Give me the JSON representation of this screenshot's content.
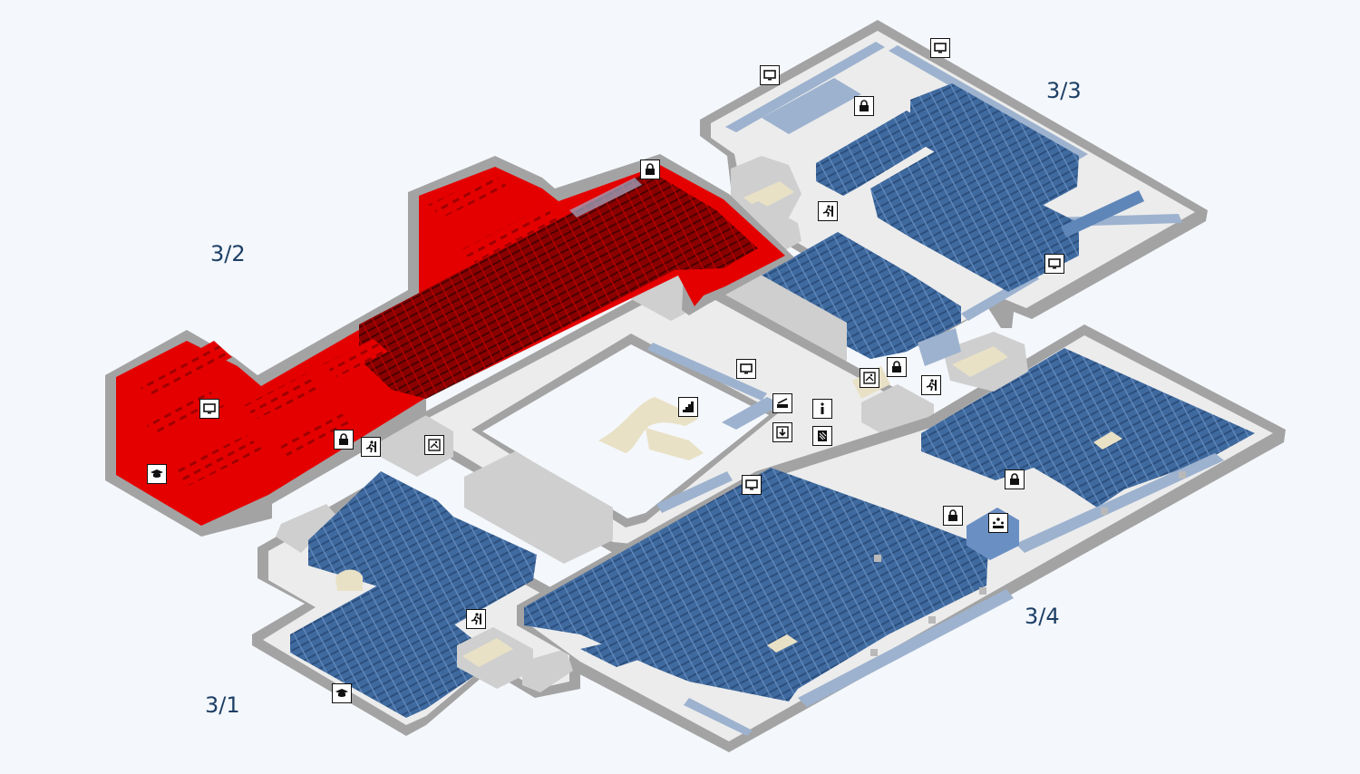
{
  "colors": {
    "background": "#f4f7fb",
    "wall": "#a3a3a3",
    "floor": "#ececec",
    "shelf_blue": "#3f6a9f",
    "shelf_blue_dark": "#2b4f7e",
    "shelf_light": "#9db2cf",
    "highlight_red": "#e50000",
    "highlight_red_dark": "#5c0000",
    "stair": "#e9e1c6",
    "label": "#1d3f66"
  },
  "zones": [
    {
      "id": "zone-3-1",
      "label": "3/1",
      "highlighted": false
    },
    {
      "id": "zone-3-2",
      "label": "3/2",
      "highlighted": true
    },
    {
      "id": "zone-3-3",
      "label": "3/3",
      "highlighted": false
    },
    {
      "id": "zone-3-4",
      "label": "3/4",
      "highlighted": false
    }
  ],
  "icons": [
    "monitor-icon",
    "lock-icon",
    "emergency-exit-icon",
    "graduation-cap-icon",
    "stairs-icon",
    "scanner-icon",
    "info-icon",
    "printer-icon",
    "copier-icon",
    "group-room-icon",
    "media-icon"
  ]
}
